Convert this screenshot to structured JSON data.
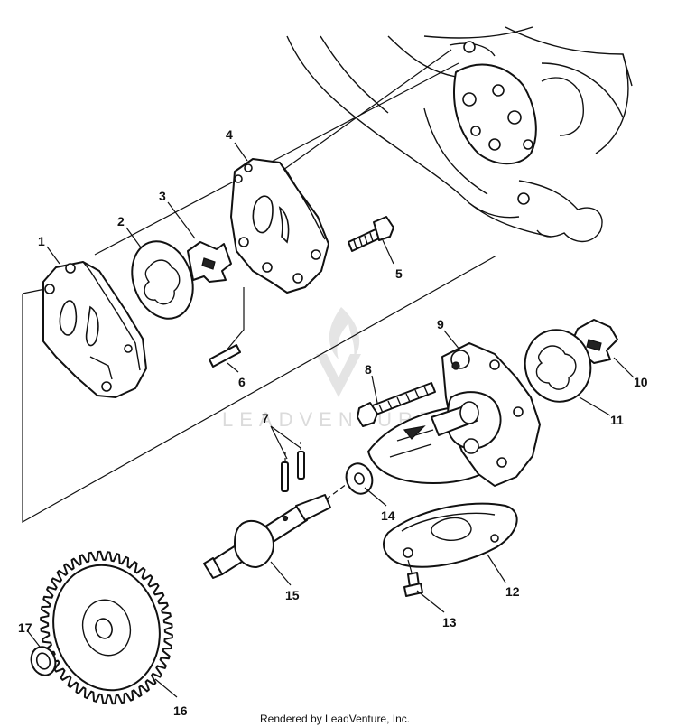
{
  "diagram": {
    "callouts": [
      "1",
      "2",
      "3",
      "4",
      "5",
      "6",
      "7",
      "8",
      "9",
      "10",
      "11",
      "12",
      "13",
      "14",
      "15",
      "16",
      "17"
    ],
    "watermark": "LEADVENTURE",
    "footer_credit": "Rendered by LeadVenture, Inc."
  }
}
